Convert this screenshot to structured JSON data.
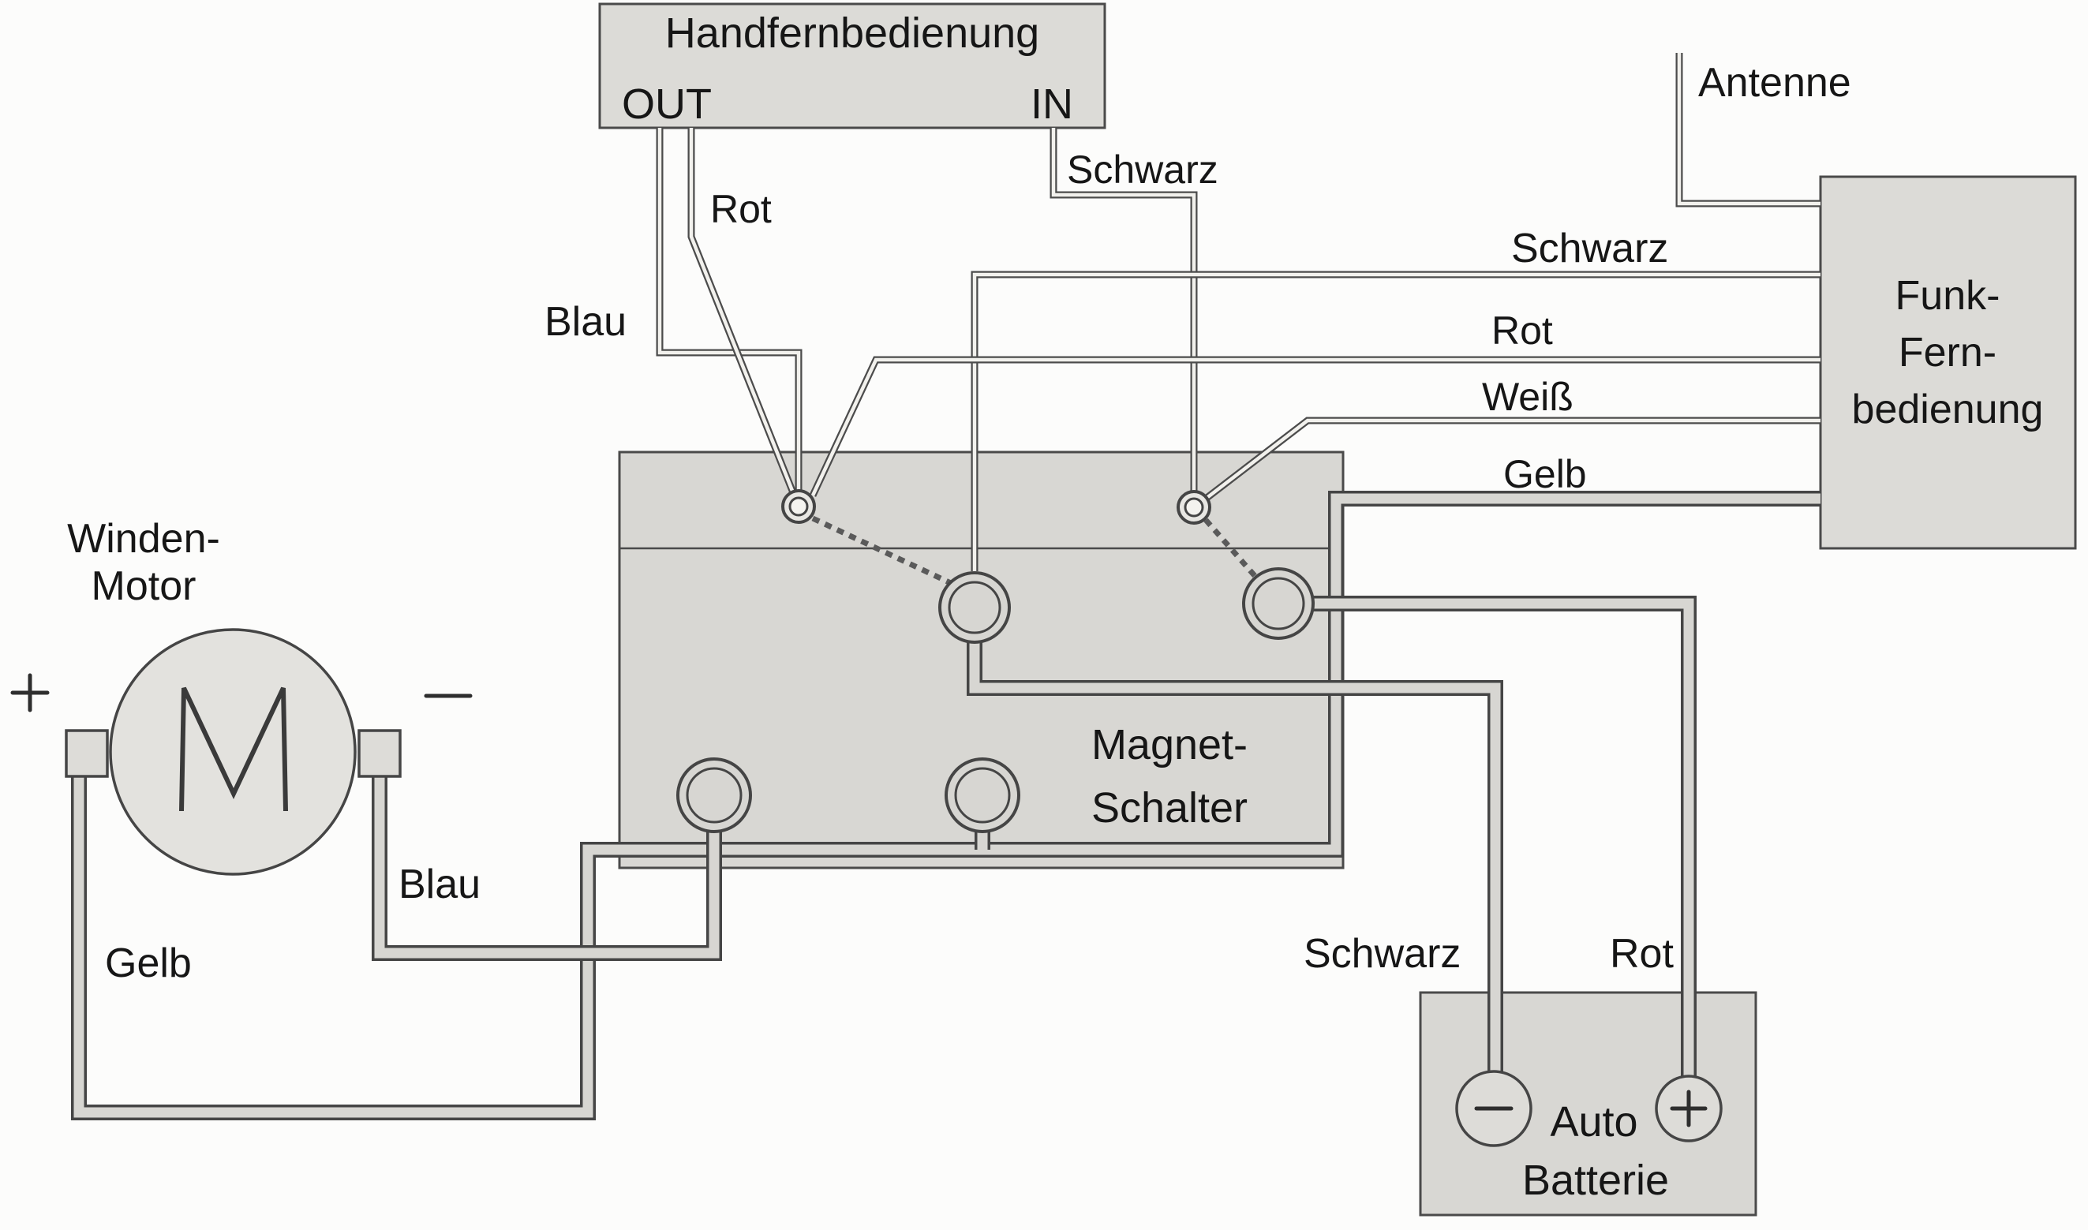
{
  "diagram": {
    "components": {
      "hand_remote": {
        "title": "Handfernbedienung",
        "out": "OUT",
        "in": "IN"
      },
      "radio_remote": {
        "line1": "Funk-",
        "line2": "Fern-",
        "line3": "bedienung"
      },
      "antenna": {
        "label": "Antenne"
      },
      "solenoid": {
        "line1": "Magnet-",
        "line2": "Schalter"
      },
      "motor": {
        "line1": "Winden-",
        "line2": "Motor",
        "symbol": "M",
        "plus": "+",
        "minus": "−"
      },
      "battery": {
        "line1": "Auto",
        "line2": "Batterie",
        "minus": "−",
        "plus": "+"
      }
    },
    "wire_labels": {
      "blau_hand": "Blau",
      "rot_hand": "Rot",
      "schwarz_hand": "Schwarz",
      "schwarz_funk": "Schwarz",
      "rot_funk": "Rot",
      "weiss_funk": "Weiß",
      "gelb_funk": "Gelb",
      "blau_motor": "Blau",
      "gelb_motor": "Gelb",
      "schwarz_batt": "Schwarz",
      "rot_batt": "Rot"
    },
    "colors": {
      "background": "#fcfcfb",
      "box_fill": "#d8d7d3",
      "line": "#4a4a4a",
      "text": "#161616"
    }
  }
}
